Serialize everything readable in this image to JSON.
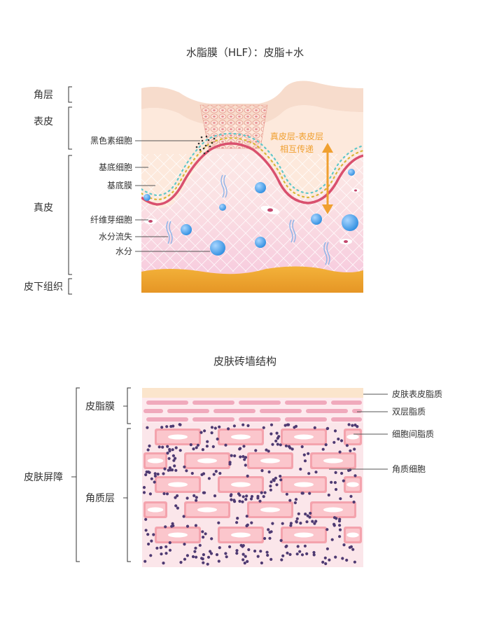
{
  "diagram1": {
    "title": "水脂膜（HLF）：皮脂+水",
    "layers": [
      "角层",
      "表皮",
      "真皮",
      "皮下组织"
    ],
    "callouts": [
      "黑色素细胞",
      "基底细胞",
      "基底膜",
      "纤维芽细胞",
      "水分流失",
      "水分"
    ],
    "exchange_line1": "真皮层-表皮层",
    "exchange_line2": "相互传递",
    "colors": {
      "accent_orange": "#f0a030",
      "membrane_red": "#d9506e",
      "water_blue": "#3f9be6"
    }
  },
  "diagram2": {
    "title": "皮肤砖墙结构",
    "barrier_label": "皮肤屏障",
    "film_label": "皮脂膜",
    "stratum_label": "角质层",
    "right_labels": [
      "皮肤表皮脂质",
      "双层脂质",
      "细胞间脂质",
      "角质细胞"
    ],
    "colors": {
      "brick_pink": "#f4a3ad",
      "dot_purple": "#4e3a72"
    }
  }
}
